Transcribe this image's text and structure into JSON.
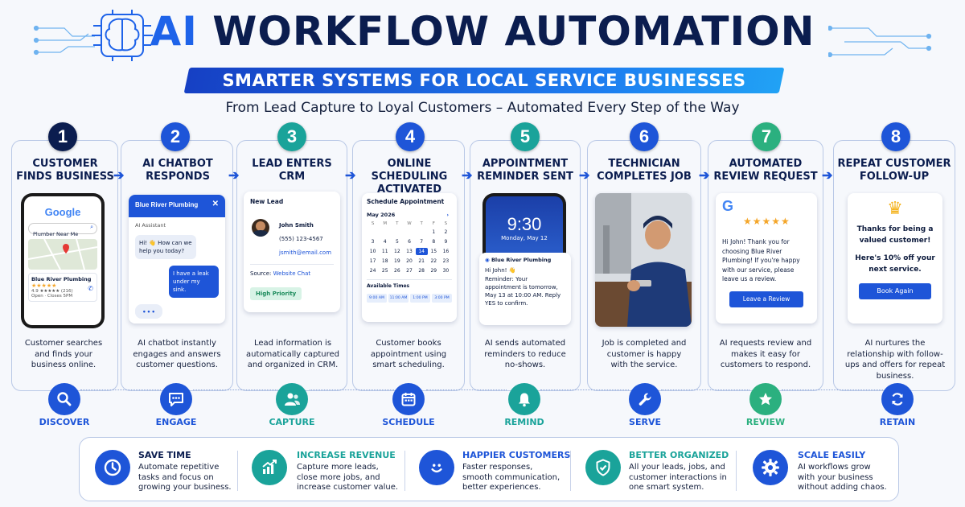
{
  "header": {
    "title_ai": "AI",
    "title_rest": "WORKFLOW AUTOMATION",
    "banner": "SMARTER SYSTEMS FOR LOCAL SERVICE BUSINESSES",
    "tagline": "From Lead Capture to Loyal Customers – Automated Every Step of the Way"
  },
  "colors": {
    "blue": "#1e55d8",
    "navy": "#0b1d4f",
    "teal": "#1aa39a",
    "green": "#2bb07f"
  },
  "steps": [
    {
      "num": "1",
      "title": "CUSTOMER FINDS BUSINESS",
      "desc": "Customer searches and finds your business online.",
      "label": "DISCOVER",
      "icon": "search-icon"
    },
    {
      "num": "2",
      "title": "AI CHATBOT RESPONDS",
      "desc": "AI chatbot instantly engages and answers customer questions.",
      "label": "ENGAGE",
      "icon": "chat-icon"
    },
    {
      "num": "3",
      "title": "LEAD ENTERS CRM",
      "desc": "Lead information is automatically captured and organized in CRM.",
      "label": "CAPTURE",
      "icon": "users-icon"
    },
    {
      "num": "4",
      "title": "ONLINE SCHEDULING ACTIVATED",
      "desc": "Customer books appointment using smart scheduling.",
      "label": "SCHEDULE",
      "icon": "calendar-icon"
    },
    {
      "num": "5",
      "title": "APPOINTMENT REMINDER SENT",
      "desc": "AI sends automated reminders to reduce no-shows.",
      "label": "REMIND",
      "icon": "bell-icon"
    },
    {
      "num": "6",
      "title": "TECHNICIAN COMPLETES JOB",
      "desc": "Job is completed and customer is happy with the service.",
      "label": "SERVE",
      "icon": "wrench-icon"
    },
    {
      "num": "7",
      "title": "AUTOMATED REVIEW REQUEST",
      "desc": "AI requests review and makes it easy for customers to respond.",
      "label": "REVIEW",
      "icon": "star-icon"
    },
    {
      "num": "8",
      "title": "REPEAT CUSTOMER FOLLOW-UP",
      "desc": "AI nurtures the relationship with follow-ups and offers for repeat business.",
      "label": "RETAIN",
      "icon": "refresh-icon"
    }
  ],
  "card1": {
    "google": "Google",
    "search": "Plumber Near Me",
    "biz": "Blue River Plumbing",
    "stars": "★★★★★",
    "rating": "4.9 ★★★★★ (216)",
    "hours": "Open · Closes 5PM"
  },
  "card2": {
    "header": "Blue River Plumbing",
    "sub": "AI Assistant",
    "bot_msg": "Hi! 👋 How can we help you today?",
    "user_msg": "I have a leak under my sink.",
    "typing": "• • •"
  },
  "card3": {
    "heading": "New Lead",
    "name": "John Smith",
    "phone": "(555) 123-4567",
    "email": "jsmith@email.com",
    "source_label": "Source:",
    "source": "Website Chat",
    "priority": "High Priority"
  },
  "card4": {
    "heading": "Schedule Appointment",
    "month": "May 2026",
    "weekdays": [
      "S",
      "M",
      "T",
      "W",
      "T",
      "F",
      "S"
    ],
    "days": [
      "",
      "",
      "",
      "",
      "",
      "1",
      "2",
      "3",
      "4",
      "5",
      "6",
      "7",
      "8",
      "9",
      "10",
      "11",
      "12",
      "13",
      "14",
      "15",
      "16",
      "17",
      "18",
      "19",
      "20",
      "21",
      "22",
      "23",
      "24",
      "25",
      "26",
      "27",
      "28",
      "29",
      "30"
    ],
    "selected": "14",
    "times_label": "Available Times",
    "times": [
      "9:00 AM",
      "11:00 AM",
      "1:00 PM",
      "3:00 PM"
    ]
  },
  "card5": {
    "time": "9:30",
    "date": "Monday, May 12",
    "sender": "Blue River Plumbing",
    "greeting": "Hi John! 👋",
    "msg": "Reminder: Your appointment is tomorrow, May 13 at 10:00 AM. Reply YES to confirm."
  },
  "card7": {
    "stars": "★★★★★",
    "msg": "Hi John! Thank you for choosing Blue River Plumbing! If you're happy with our service, please leave us a review.",
    "button": "Leave a Review"
  },
  "card8": {
    "thanks": "Thanks for being a valued customer!",
    "offer": "Here's 10% off your next service.",
    "button": "Book Again"
  },
  "benefits": [
    {
      "title": "SAVE TIME",
      "desc": [
        "Automate repetitive",
        "tasks and focus on",
        "growing your business."
      ],
      "icon": "clock-icon"
    },
    {
      "title": "INCREASE REVENUE",
      "desc": [
        "Capture more leads,",
        "close more jobs, and",
        "increase customer value."
      ],
      "icon": "chart-up-icon"
    },
    {
      "title": "HAPPIER CUSTOMERS",
      "desc": [
        "Faster responses,",
        "smooth communication,",
        "better experiences."
      ],
      "icon": "smile-icon"
    },
    {
      "title": "BETTER ORGANIZED",
      "desc": [
        "All your leads, jobs, and",
        "customer interactions in",
        "one smart system."
      ],
      "icon": "shield-check-icon"
    },
    {
      "title": "SCALE EASILY",
      "desc": [
        "AI workflows grow",
        "with your business",
        "without adding chaos."
      ],
      "icon": "gear-icon"
    }
  ]
}
